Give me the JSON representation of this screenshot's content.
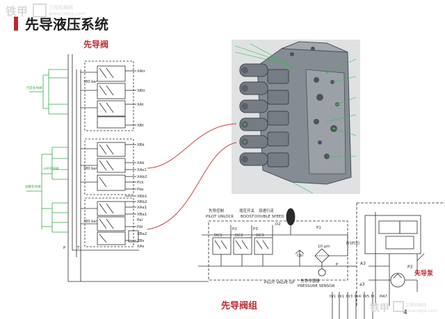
{
  "watermark": {
    "brand": "铁甲",
    "site": "工程机械网",
    "url": "www.tiejia.com"
  },
  "slide": {
    "title": "先导液压系统"
  },
  "colors": {
    "accent": "#c0282d",
    "wire": "#c94040",
    "green": "#33a84a",
    "ink": "#2b2b2b",
    "valve_body": "#8e949b"
  },
  "left_diagram": {
    "title": "先导阀",
    "ports_top": [
      "XAtr",
      "XBtr",
      "XAt",
      "XBt"
    ],
    "ports_mid": [
      "XBk",
      "XAk",
      "XAs1",
      "XAb2",
      "Pck",
      "Pbs",
      "XBb1",
      "XBb2"
    ],
    "ports_bottom": [
      "XAa1",
      "XBa1",
      "Pal",
      "Pbl",
      "XBa2",
      "XBs",
      "XAs"
    ],
    "pressure_labels": [
      "380 bar",
      "380 bar",
      "380 bar"
    ],
    "bottom_ports": [
      "P",
      "T"
    ],
    "group_labels": [
      "行走先导阀",
      "动臂先导阀",
      "斗杆先导阀"
    ]
  },
  "pilot_group": {
    "title": "先导阀组",
    "labels": [
      {
        "cn": "先导控制",
        "en": "PILOT UNLOCK"
      },
      {
        "cn": "增压开关",
        "en": "BOOST"
      },
      {
        "cn": "双速行走",
        "en": "DOUBLE SPEED"
      }
    ],
    "valves": [
      "DC1",
      "DC2",
      "DC3"
    ],
    "ports": [
      "P2",
      "P3",
      "D2",
      "P1",
      "Cpl"
    ],
    "gauge": "10 µm",
    "port_p": "P",
    "pilot_valve": "PILOT VALVE GP",
    "sensor": {
      "cn": "先导传感器",
      "en": "PRESSURE SENSOR"
    }
  },
  "right_section": {
    "pump_label": "先导泵",
    "pump_id": "P3",
    "ports": [
      "A3",
      "a3",
      "Fr(Pi3)"
    ],
    "bottom_ports": [
      "Dr1",
      "Dr1",
      "Dr3",
      "Dr4",
      "Dr5",
      "Pi",
      "PiA7"
    ]
  },
  "page_number": "4"
}
